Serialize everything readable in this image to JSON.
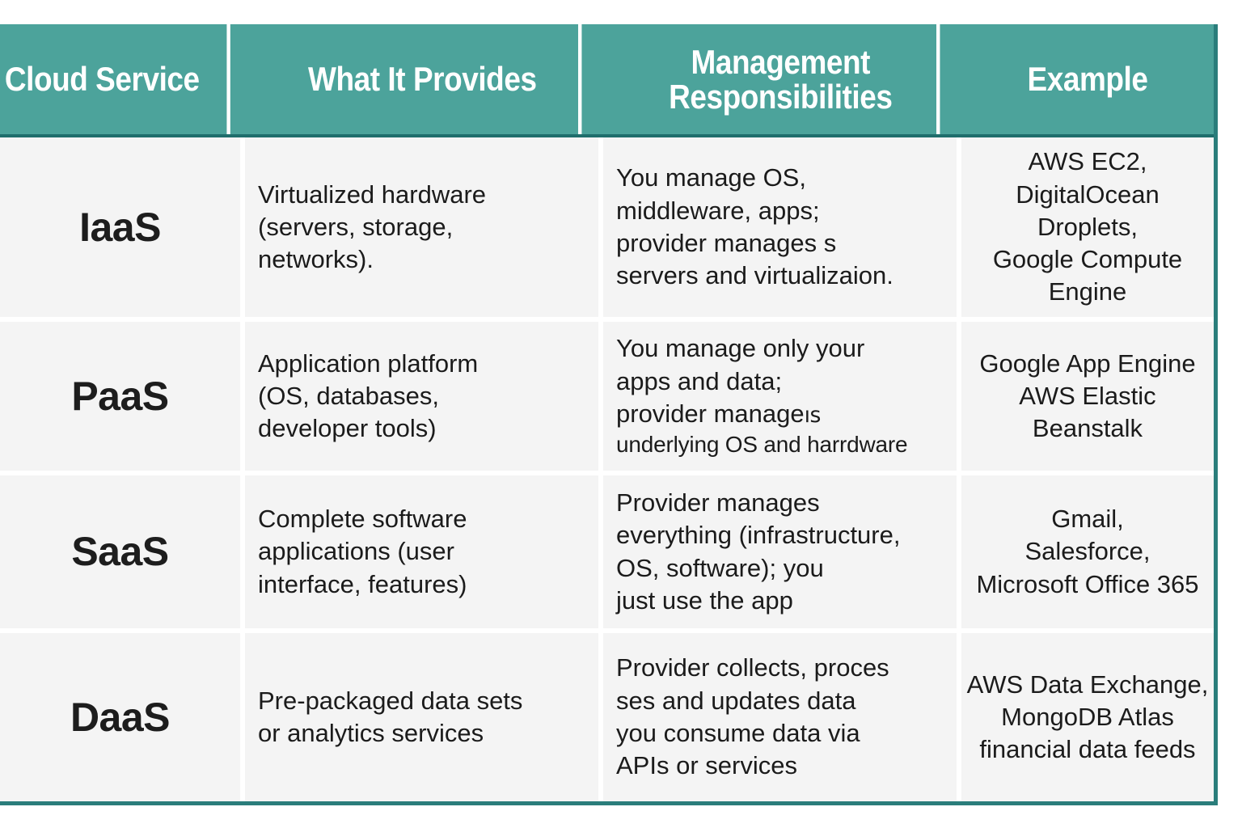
{
  "theme": {
    "header_bg": "#4ca39b",
    "header_text": "#ffffff",
    "header_rule": "#1f6e6c",
    "table_border": "#2a7d7b",
    "cell_bg": "#f4f4f4",
    "grid_line": "#ffffff",
    "body_text": "#1b1b1b"
  },
  "table": {
    "headers": [
      "Cloud Service",
      "What It Provides",
      "Management\nResponsibilities",
      "Example"
    ],
    "rows": [
      {
        "service": "IaaS",
        "provides": [
          "Virtualized hardware",
          "(servers, storage,",
          "networks)."
        ],
        "management": [
          "You manage OS,",
          "middleware, apps;",
          "provider manages s",
          "servers and virtualizaion."
        ],
        "example": [
          "AWS EC2,",
          "DigitalOcean",
          "Droplets,",
          "Google Compute",
          "Engine"
        ]
      },
      {
        "service": "PaaS",
        "provides": [
          "Application platform",
          "(OS, databases,",
          "developer tools)"
        ],
        "management": [
          "You manage only your",
          "apps and data;",
          "provider manage",
          "underlying OS and harrdware"
        ],
        "management_fragment": "ıs",
        "example": [
          "Google App Engine",
          "AWS Elastic",
          "Beanstalk"
        ]
      },
      {
        "service": "SaaS",
        "provides": [
          "Complete software",
          "applications (user",
          "interface, features)"
        ],
        "management": [
          "Provider manages",
          "everything (infrastructure,",
          "OS, software); you",
          "just use the app"
        ],
        "example": [
          "Gmail,",
          "Salesforce,",
          "Microsoft Office 365"
        ]
      },
      {
        "service": "DaaS",
        "provides": [
          "Pre-packaged data sets",
          "or analytics services"
        ],
        "management": [
          "Provider collects, proces",
          "ses and updates data",
          "you consume data via",
          "APIs or services"
        ],
        "example": [
          "AWS Data Exchange,",
          "MongoDB Atlas",
          "financial data feeds"
        ]
      }
    ]
  }
}
